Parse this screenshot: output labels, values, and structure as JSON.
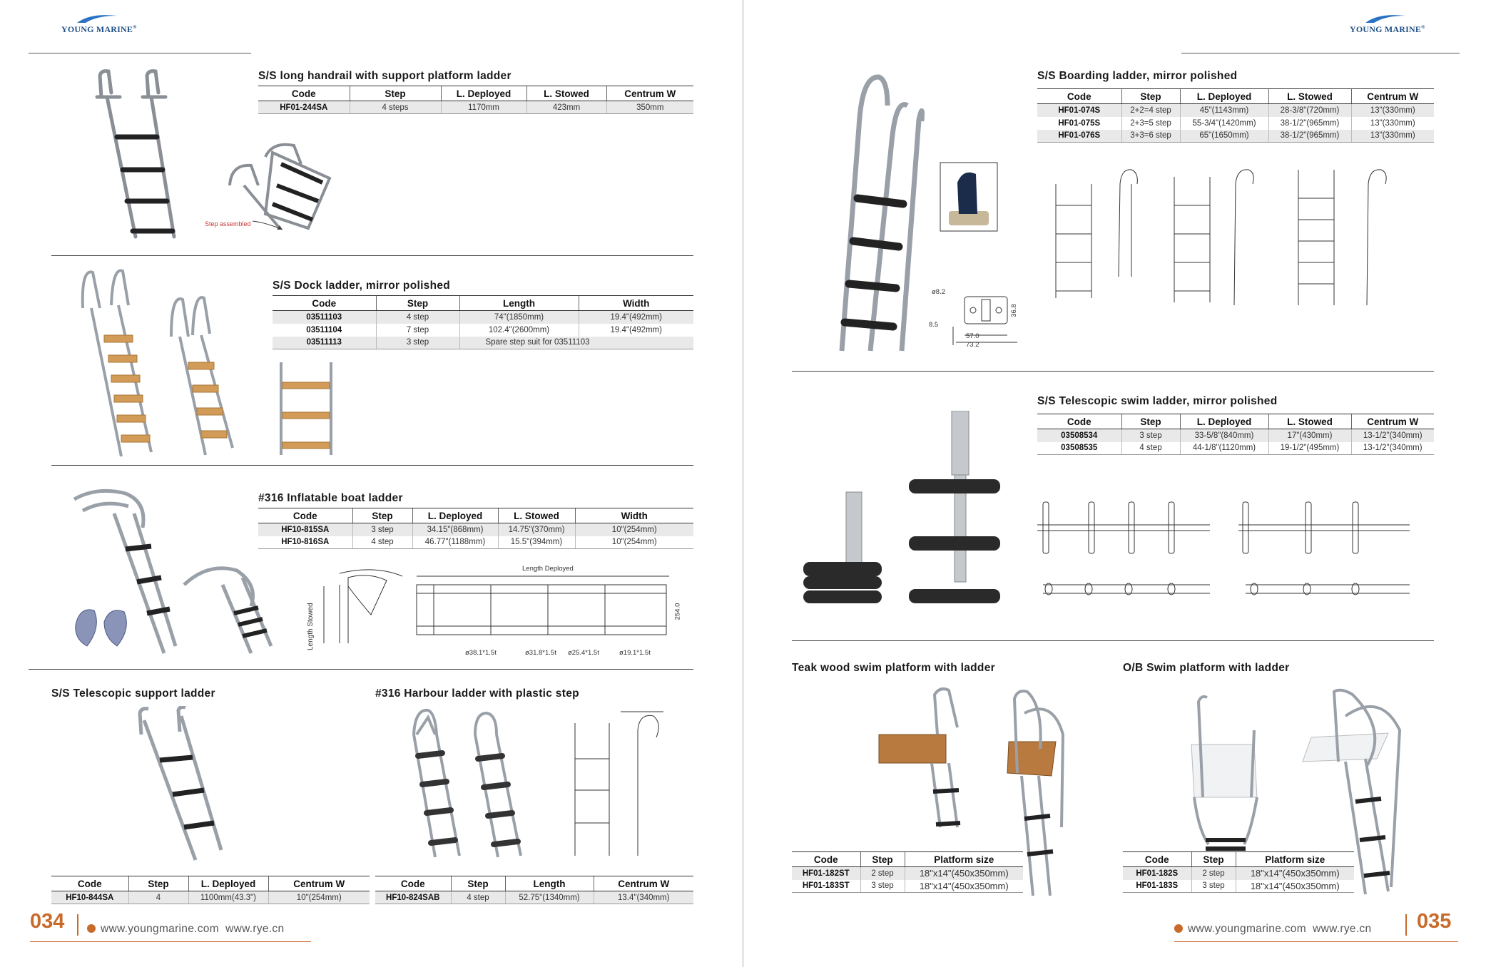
{
  "brand": {
    "name": "YOUNG MARINE",
    "mark": "®"
  },
  "footer": {
    "left_page": "034",
    "right_page": "035",
    "website": "www.youngmarine.com",
    "website2": "www.rye.cn"
  },
  "sections": {
    "long_handrail": {
      "title": "S/S long handrail with support platform ladder",
      "note": "Step assembled",
      "headers": [
        "Code",
        "Step",
        "L. Deployed",
        "L. Stowed",
        "Centrum W"
      ],
      "rows": [
        [
          "HF01-244SA",
          "4 steps",
          "1170mm",
          "423mm",
          "350mm"
        ]
      ]
    },
    "dock_ladder": {
      "title": "S/S Dock ladder, mirror polished",
      "headers": [
        "Code",
        "Step",
        "Length",
        "Width"
      ],
      "rows": [
        [
          "03511103",
          "4 step",
          "74\"(1850mm)",
          "19.4\"(492mm)"
        ],
        [
          "03511104",
          "7 step",
          "102.4\"(2600mm)",
          "19.4\"(492mm)"
        ],
        [
          "03511113",
          "3 step",
          "Spare step suit for 03511103",
          ""
        ]
      ]
    },
    "inflatable": {
      "title": "#316 Inflatable boat ladder",
      "headers": [
        "Code",
        "Step",
        "L. Deployed",
        "L. Stowed",
        "Width"
      ],
      "rows": [
        [
          "HF10-815SA",
          "3 step",
          "34.15\"(868mm)",
          "14.75\"(370mm)",
          "10\"(254mm)"
        ],
        [
          "HF10-816SA",
          "4 step",
          "46.77\"(1188mm)",
          "15.5\"(394mm)",
          "10\"(254mm)"
        ]
      ],
      "dims": {
        "length_deployed": "Length Deployed",
        "length_stowed": "Length Stowed",
        "width": "254.0",
        "t1": "ø38.1*1.5t",
        "t2": "ø31.8*1.5t",
        "t3": "ø25.4*1.5t",
        "t4": "ø19.1*1.5t"
      }
    },
    "telescopic_support": {
      "title": "S/S Telescopic support ladder",
      "headers": [
        "Code",
        "Step",
        "L. Deployed",
        "Centrum W"
      ],
      "rows": [
        [
          "HF10-844SA",
          "4",
          "1100mm(43.3\")",
          "10\"(254mm)"
        ]
      ]
    },
    "harbour": {
      "title": "#316 Harbour ladder with plastic step",
      "headers": [
        "Code",
        "Step",
        "Length",
        "Centrum W"
      ],
      "rows": [
        [
          "HF10-824SAB",
          "4 step",
          "52.75\"(1340mm)",
          "13.4\"(340mm)"
        ]
      ]
    },
    "boarding": {
      "title": "S/S Boarding ladder, mirror polished",
      "headers": [
        "Code",
        "Step",
        "L. Deployed",
        "L. Stowed",
        "Centrum W"
      ],
      "rows": [
        [
          "HF01-074S",
          "2+2=4 step",
          "45\"(1143mm)",
          "28-3/8\"(720mm)",
          "13\"(330mm)"
        ],
        [
          "HF01-075S",
          "2+3=5 step",
          "55-3/4\"(1420mm)",
          "38-1/2\"(965mm)",
          "13\"(330mm)"
        ],
        [
          "HF01-076S",
          "3+3=6 step",
          "65\"(1650mm)",
          "38-1/2\"(965mm)",
          "13\"(330mm)"
        ]
      ],
      "dims": {
        "d1": "ø8.2",
        "d2": "8.5",
        "d3": "57.0",
        "d4": "73.2",
        "d5": "36.8"
      }
    },
    "telescopic_swim": {
      "title": "S/S Telescopic swim ladder, mirror polished",
      "headers": [
        "Code",
        "Step",
        "L. Deployed",
        "L. Stowed",
        "Centrum W"
      ],
      "rows": [
        [
          "03508534",
          "3 step",
          "33-5/8\"(840mm)",
          "17\"(430mm)",
          "13-1/2\"(340mm)"
        ],
        [
          "03508535",
          "4 step",
          "44-1/8\"(1120mm)",
          "19-1/2\"(495mm)",
          "13-1/2\"(340mm)"
        ]
      ]
    },
    "teak_platform": {
      "title": "Teak wood swim platform with ladder",
      "headers": [
        "Code",
        "Step",
        "Platform size"
      ],
      "rows": [
        [
          "HF01-182ST",
          "2 step",
          "18\"x14\"(450x350mm)"
        ],
        [
          "HF01-183ST",
          "3 step",
          "18\"x14\"(450x350mm)"
        ]
      ]
    },
    "ob_platform": {
      "title": "O/B Swim platform with ladder",
      "headers": [
        "Code",
        "Step",
        "Platform size"
      ],
      "rows": [
        [
          "HF01-182S",
          "2 step",
          "18\"x14\"(450x350mm)"
        ],
        [
          "HF01-183S",
          "3 step",
          "18\"x14\"(450x350mm)"
        ]
      ]
    }
  }
}
